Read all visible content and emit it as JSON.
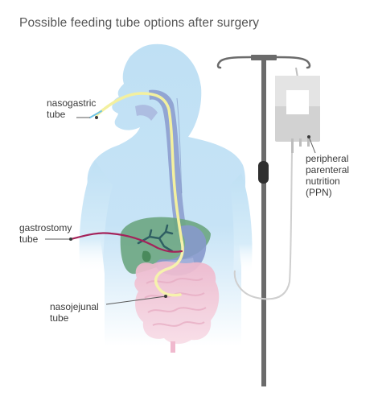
{
  "title": "Possible feeding tube options after surgery",
  "labels": {
    "nasogastric": [
      "nasogastric",
      "tube"
    ],
    "gastrostomy": [
      "gastrostomy",
      "tube"
    ],
    "nasojejunal": [
      "nasojejunal",
      "tube"
    ],
    "ppn": [
      "peripheral",
      "parenteral",
      "nutrition",
      "(PPN)"
    ]
  },
  "colors": {
    "body": "#bfe0f4",
    "digestive": "#8a9ccc",
    "liver": "#6aa37e",
    "intestine": "#f3c6d6",
    "nasogastric_tube": "#f5f2a6",
    "gastrostomy_tube": "#a32356",
    "pole": "#6c6c6c",
    "bag": "#d2d2d2"
  }
}
